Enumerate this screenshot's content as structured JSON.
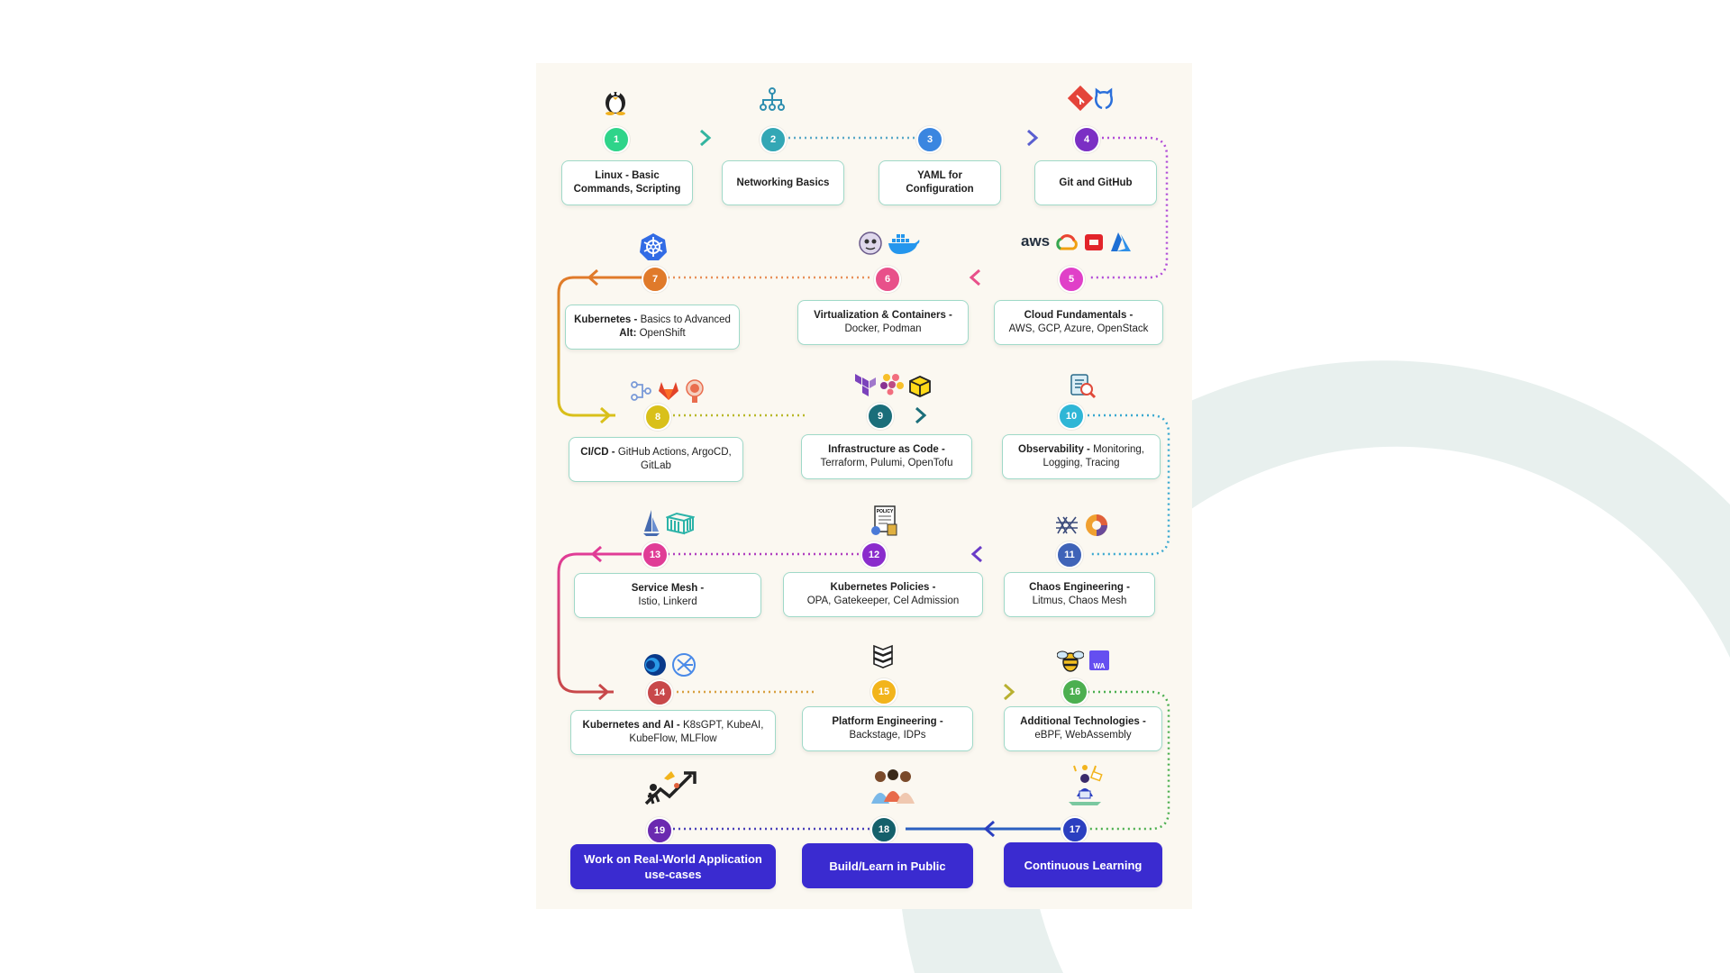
{
  "colors": {
    "background_arc": "#e8f0ee",
    "poster_bg": "#fbf8f1",
    "final_box": "#3a2bd0"
  },
  "steps": [
    {
      "n": "1",
      "title": "Linux - Basic Commands, Scripting",
      "detail": "",
      "color": "#2fd48a",
      "icon": "linux-penguin-icon"
    },
    {
      "n": "2",
      "title": "Networking Basics",
      "detail": "",
      "color": "#33a7b5",
      "icon": "network-hierarchy-icon"
    },
    {
      "n": "3",
      "title": "YAML for Configuration",
      "detail": "",
      "color": "#3a86e0",
      "icon": ""
    },
    {
      "n": "4",
      "title": "Git and GitHub",
      "detail": "",
      "color": "#7b2fc4",
      "icon": "git-github-icon"
    },
    {
      "n": "5",
      "title": "Cloud Fundamentals -",
      "detail": "AWS, GCP, Azure, OpenStack",
      "color": "#e040c8",
      "icon": "cloud-providers-icon"
    },
    {
      "n": "6",
      "title": "Virtualization & Containers -",
      "detail": "Docker, Podman",
      "color": "#e8508a",
      "icon": "docker-podman-icon"
    },
    {
      "n": "7",
      "title": "Kubernetes -",
      "detail": "Basics to Advanced",
      "alt_label": "Alt:",
      "alt_value": "OpenShift",
      "color": "#e07a2a",
      "icon": "kubernetes-icon"
    },
    {
      "n": "8",
      "title": "CI/CD -",
      "detail": "GitHub Actions, ArgoCD, GitLab",
      "color": "#d9c01a",
      "icon": "cicd-tools-icon"
    },
    {
      "n": "9",
      "title": "Infrastructure as Code -",
      "detail": "Terraform, Pulumi, OpenTofu",
      "color": "#1b6e7a",
      "icon": "iac-tools-icon"
    },
    {
      "n": "10",
      "title": "Observability -",
      "detail": "Monitoring, Logging, Tracing",
      "color": "#2fb6d6",
      "icon": "observability-icon"
    },
    {
      "n": "11",
      "title": "Chaos Engineering -",
      "detail": "Litmus, Chaos Mesh",
      "color": "#3f63b8",
      "icon": "chaos-tools-icon"
    },
    {
      "n": "12",
      "title": "Kubernetes Policies -",
      "detail": "OPA, Gatekeeper, Cel Admission",
      "color": "#8a2ccc",
      "icon": "policy-document-icon"
    },
    {
      "n": "13",
      "title": "Service Mesh -",
      "detail": "Istio, Linkerd",
      "color": "#e03c96",
      "icon": "service-mesh-icon"
    },
    {
      "n": "14",
      "title": "Kubernetes and AI -",
      "detail": "K8sGPT, KubeAI, KubeFlow, MLFlow",
      "color": "#c8484a",
      "icon": "k8s-ai-icon"
    },
    {
      "n": "15",
      "title": "Platform Engineering -",
      "detail": "Backstage, IDPs",
      "color": "#f2b41c",
      "icon": "backstage-icon"
    },
    {
      "n": "16",
      "title": "Additional Technologies -",
      "detail": "eBPF, WebAssembly",
      "color": "#4caf50",
      "icon": "ebpf-wasm-icon"
    },
    {
      "n": "17",
      "title": "Continuous Learning",
      "detail": "",
      "color": "#2b3fc0",
      "icon": "learning-person-icon"
    },
    {
      "n": "18",
      "title": "Build/Learn in Public",
      "detail": "",
      "color": "#14606b",
      "icon": "community-icon"
    },
    {
      "n": "19",
      "title": "Work on Real-World Application use-cases",
      "detail": "",
      "color": "#6b2ab0",
      "icon": "growth-chart-icon"
    }
  ],
  "icon_text": {
    "aws": "aws",
    "wasm": "WA",
    "policy": "POLICY"
  }
}
